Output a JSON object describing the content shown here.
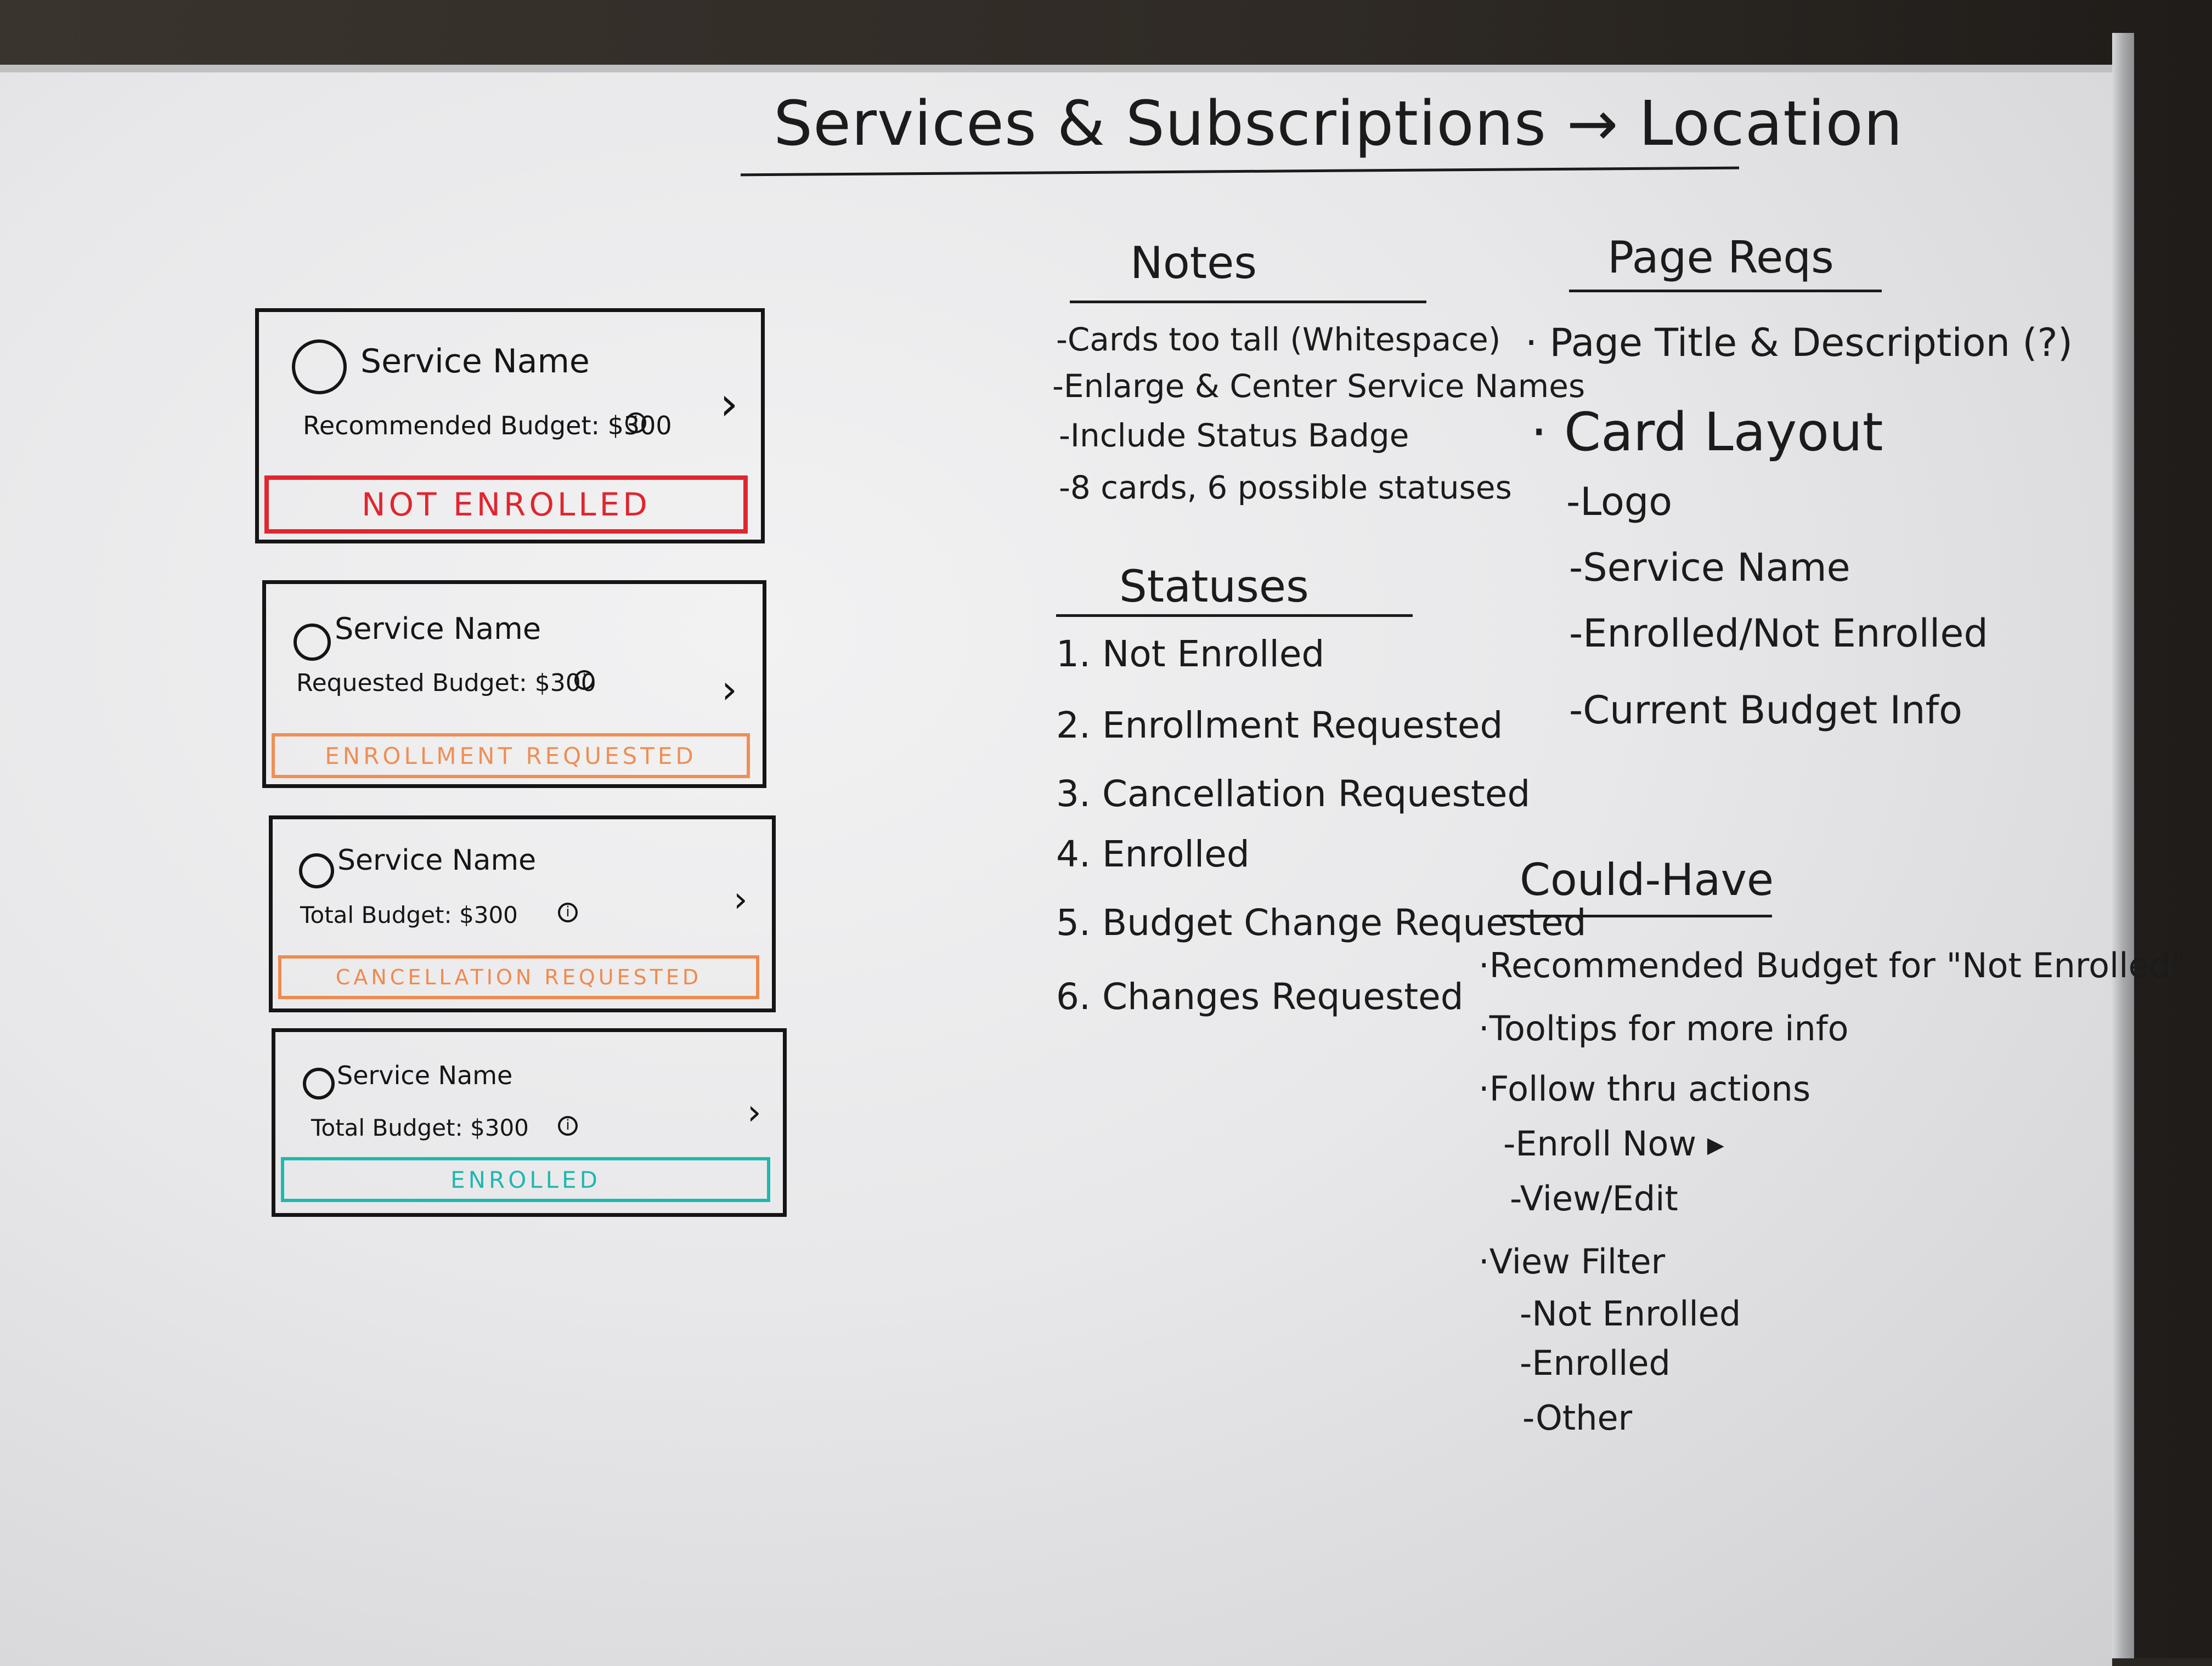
{
  "title": "Services & Subscriptions → Location",
  "cards": [
    {
      "service": "Service Name",
      "budget": "Recommended Budget: $300",
      "info": "i",
      "chevron": "›",
      "status": "NOT ENROLLED",
      "status_color": "#e0262f"
    },
    {
      "service": "Service Name",
      "budget": "Requested Budget: $300",
      "info": "i",
      "chevron": "›",
      "status": "ENROLLMENT REQUESTED",
      "status_color": "#ee8f55"
    },
    {
      "service": "Service Name",
      "budget": "Total Budget: $300",
      "info": "i",
      "chevron": "›",
      "status": "CANCELLATION REQUESTED",
      "status_color": "#ef8a4e"
    },
    {
      "service": "Service Name",
      "budget": "Total Budget: $300",
      "info": "i",
      "chevron": "›",
      "status": "ENROLLED",
      "status_color": "#1fb8b0"
    }
  ],
  "notes": {
    "header": "Notes",
    "items": [
      "-Cards too tall (Whitespace)",
      "-Enlarge & Center Service Names",
      "-Include Status Badge",
      "-8 cards, 6 possible statuses"
    ]
  },
  "statuses": {
    "header": "Statuses",
    "items": [
      "1. Not Enrolled",
      "2. Enrollment Requested",
      "3. Cancellation Requested",
      "4. Enrolled",
      "5. Budget Change Requested",
      "6. Changes Requested"
    ]
  },
  "page_reqs": {
    "header": "Page Reqs",
    "item1": "· Page Title & Description (?)",
    "item2": "· Card Layout",
    "sub": [
      "-Logo",
      "-Service Name",
      "-Enrolled/Not Enrolled",
      "-Current Budget Info"
    ]
  },
  "could_have": {
    "header": "Could-Have",
    "items": [
      "·Recommended Budget for \"Not Enrolled\"",
      "·Tooltips for more info",
      "·Follow thru actions",
      "-Enroll Now ▸",
      "-View/Edit",
      "·View Filter",
      "-Not Enrolled",
      "-Enrolled",
      "-Other"
    ]
  }
}
